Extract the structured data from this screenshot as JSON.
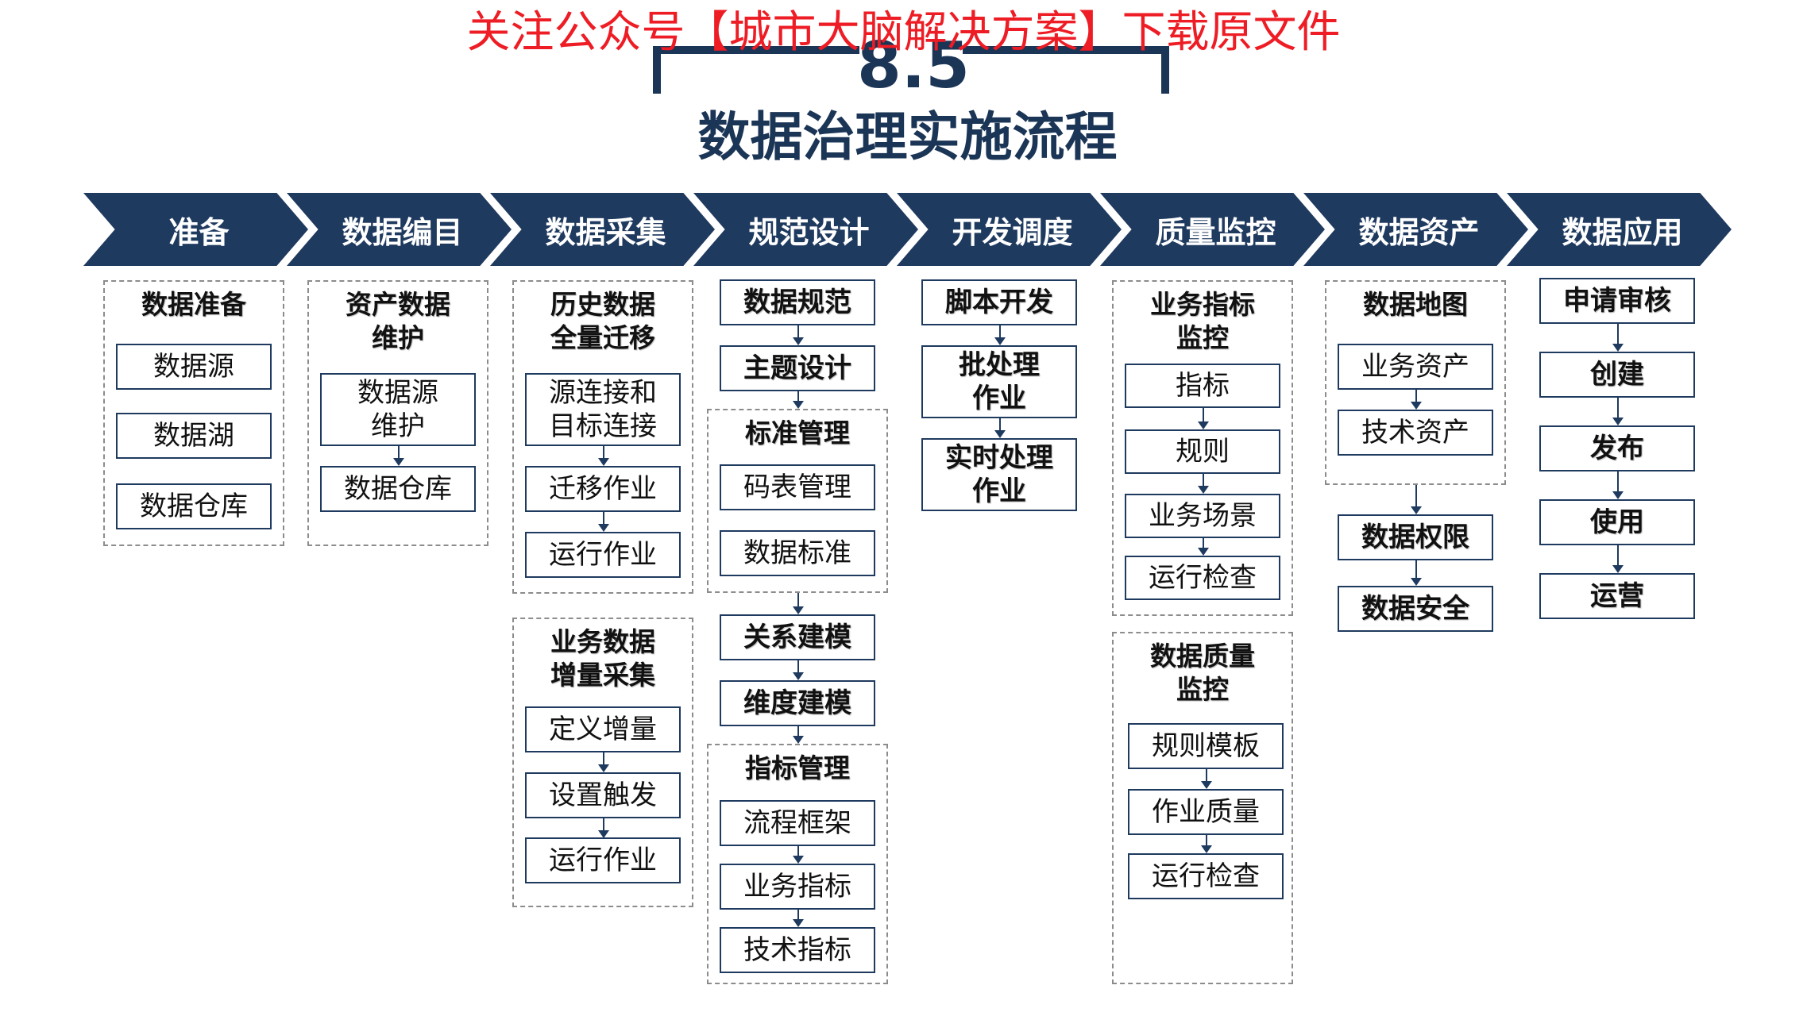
{
  "watermark": "关注公众号【城市大脑解决方案】下载原文件",
  "header": {
    "section_number": "8.5",
    "title": "数据治理实施流程"
  },
  "stages": [
    "准备",
    "数据编目",
    "数据采集",
    "规范设计",
    "开发调度",
    "质量监控",
    "数据资产",
    "数据应用"
  ],
  "prep": {
    "title": "数据准备",
    "items": [
      "数据源",
      "数据湖",
      "数据仓库"
    ]
  },
  "catalog": {
    "title": "资产数据\n维护",
    "items": [
      "数据源\n维护",
      "数据仓库"
    ]
  },
  "collect": {
    "history": {
      "title": "历史数据\n全量迁移",
      "items": [
        "源连接和\n目标连接",
        "迁移作业",
        "运行作业"
      ]
    },
    "incremental": {
      "title": "业务数据\n增量采集",
      "items": [
        "定义增量",
        "设置触发",
        "运行作业"
      ]
    }
  },
  "spec": {
    "data_spec": "数据规范",
    "topic_design": "主题设计",
    "standards": {
      "title": "标准管理",
      "items": [
        "码表管理",
        "数据标准"
      ]
    },
    "relational_model": "关系建模",
    "dimensional_model": "维度建模",
    "metrics": {
      "title": "指标管理",
      "items": [
        "流程框架",
        "业务指标",
        "技术指标"
      ]
    }
  },
  "dev": {
    "items": [
      "脚本开发",
      "批处理\n作业",
      "实时处理\n作业"
    ]
  },
  "quality": {
    "business_metrics": {
      "title": "业务指标\n监控",
      "items": [
        "指标",
        "规则",
        "业务场景",
        "运行检查"
      ]
    },
    "data_quality": {
      "title": "数据质量\n监控",
      "items": [
        "规则模板",
        "作业质量",
        "运行检查"
      ]
    }
  },
  "assets": {
    "map": {
      "title": "数据地图",
      "items": [
        "业务资产",
        "技术资产"
      ]
    },
    "permissions": "数据权限",
    "security": "数据安全"
  },
  "apps": {
    "items": [
      "申请审核",
      "创建",
      "发布",
      "使用",
      "运营"
    ]
  },
  "colors": {
    "navy": "#1f3a5f",
    "watermark_red": "#ee1c24",
    "dash_gray": "#8c8c8c"
  }
}
